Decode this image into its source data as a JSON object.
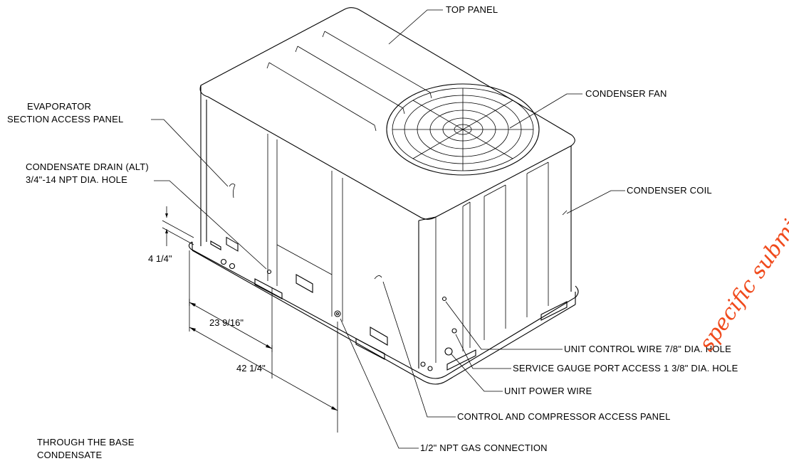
{
  "labels": {
    "top_panel": "TOP PANEL",
    "condenser_fan": "CONDENSER FAN",
    "condenser_coil": "CONDENSER COIL",
    "evaporator_line1": "EVAPORATOR",
    "evaporator_line2": "SECTION ACCESS PANEL",
    "condensate_drain_line1": "CONDENSATE DRAIN (ALT)",
    "condensate_drain_line2": "3/4\"-14 NPT DIA. HOLE",
    "unit_control_wire": "UNIT CONTROL WIRE 7/8\" DIA. HOLE",
    "service_gauge_port": "SERVICE GAUGE PORT ACCESS 1 3/8\" DIA. HOLE",
    "unit_power_wire": "UNIT POWER WIRE",
    "control_compressor_panel": "CONTROL AND COMPRESSOR ACCESS PANEL",
    "gas_connection": "1/2\" NPT GAS CONNECTION",
    "through_base_line1": "THROUGH THE BASE",
    "through_base_line2": "CONDENSATE"
  },
  "dimensions": {
    "height_base": "4 1/4\"",
    "drain_offset": "23 9/16\"",
    "gas_offset": "42 1/4\""
  },
  "watermark": {
    "text": "specific submittal",
    "color": "#f04a1c"
  }
}
